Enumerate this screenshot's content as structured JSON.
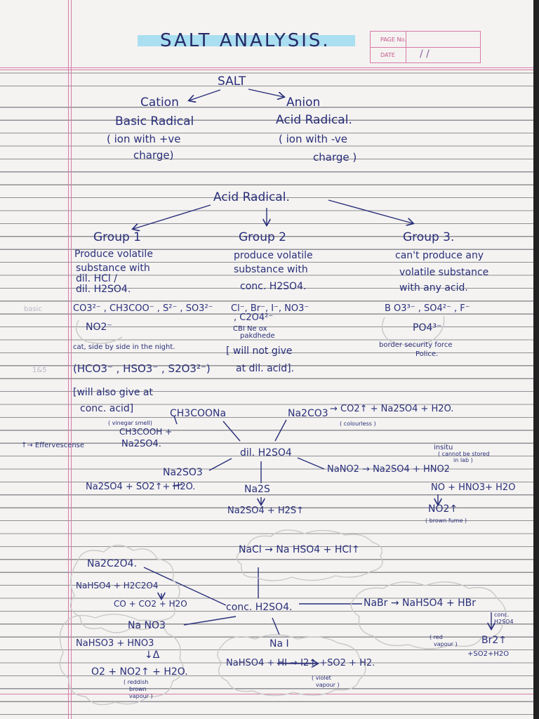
{
  "header": {
    "title": "SALT ANALYSIS.",
    "page_no_label": "PAGE No.",
    "date_label": "DATE",
    "date_value": "/ /"
  },
  "salt_tree": {
    "root": "SALT",
    "cation": "Cation",
    "cation_desc": "Basic Radical",
    "cation_note_1": "( ion with +ve",
    "cation_note_2": "charge)",
    "anion": "Anion",
    "anion_desc": "Acid Radical.",
    "anion_note_1": "( ion with -ve",
    "anion_note_2": "charge )"
  },
  "acid_radical": {
    "title": "Acid Radical.",
    "group1": {
      "title": "Group 1",
      "desc_1": "Produce volatile",
      "desc_2": "substance with",
      "desc_3": "dil. HCl /",
      "desc_4": "dil. H2SO4.",
      "ions_1": "CO3²⁻ , CH3COO⁻ , S²⁻ , SO3²⁻",
      "ions_2": "NO2⁻",
      "mnemonic": "cat, side by side in the night.",
      "extra_ions": "(HCO3⁻ , HSO3⁻ , S2O3²⁻)",
      "note_1": "[will also give at",
      "note_2": "conc. acid]"
    },
    "group2": {
      "title": "Group 2",
      "desc_1": "produce volatile",
      "desc_2": "substance with",
      "desc_3": "conc. H2SO4.",
      "ions_1": "Cl⁻, Br⁻, I⁻, NO3⁻",
      "ions_2": ", C2O4²⁻",
      "mnemonic_1": "CBI Ne ox",
      "mnemonic_2": "pakdhede",
      "note_1": "[ will not give",
      "note_2": "at dil. acid]."
    },
    "group3": {
      "title": "Group 3.",
      "desc_1": "can't produce any",
      "desc_2": "volatile substance",
      "desc_3": "with any acid.",
      "ions_1": "B O3³⁻ , SO4²⁻ , F⁻",
      "ions_2": "PO4³⁻",
      "mnemonic_1": "border security force",
      "mnemonic_2": "Police."
    }
  },
  "margin_notes": {
    "basic": "basic",
    "num": "1&5",
    "effervescence": "↑→ Effervescense"
  },
  "dil_reactions": {
    "center": "dil. H2SO4",
    "ch3coona": "CH3COONa",
    "vinegar": "( vinegar smell)",
    "ch3cooh_1": "CH3COOH +",
    "ch3cooh_2": "Na2SO4.",
    "na2co3": "Na2CO3",
    "na2co3_product": "→ CO2↑ + Na2SO4 + H2O.",
    "colourless": "( colourless )",
    "na2so3": "Na2SO3",
    "na2so3_product": "Na2SO4 + SO2↑+ H2O.",
    "na2s": "Na2S",
    "na2s_product": "Na2SO4 + H2S↑",
    "nano2": "NaNO2 → Na2SO4 + HNO2",
    "insitu": "insitu",
    "insitu_note_1": "( cannot be stored",
    "insitu_note_2": "in lab )",
    "no_line": "NO + HNO3+ H2O",
    "no2": "NO2↑",
    "brown_fume": "( brown fume )"
  },
  "conc_reactions": {
    "center": "conc. H2SO4.",
    "nacl": "NaCl → Na HSO4 + HCl↑",
    "na2c2o4": "Na2C2O4.",
    "nahso4_h2c2o4": "NaHSO4 + H2C2O4",
    "co_line": "CO + CO2 + H2O",
    "nabr": "NaBr → NaHSO4 + HBr",
    "conc_h2so4_1": "conc.",
    "conc_h2so4_2": "H2SO4",
    "red_vapour_1": "( red",
    "red_vapour_2": "vapour )",
    "br2": "Br2↑",
    "so2_h2o": "+SO2+H2O",
    "nano3": "Na NO3",
    "nano3_product": "NaHSO3 + HNO3",
    "delta": "↓Δ",
    "o2_line": "O2 + NO2↑ + H2O.",
    "reddish_1": "( reddish",
    "reddish_2": "brown",
    "reddish_3": "vapour )",
    "nai": "Na I",
    "nai_product": "NaHSO4 + HI → I2↑ +SO2 + H2.",
    "violet_1": "( violet",
    "violet_2": "vapour )"
  }
}
